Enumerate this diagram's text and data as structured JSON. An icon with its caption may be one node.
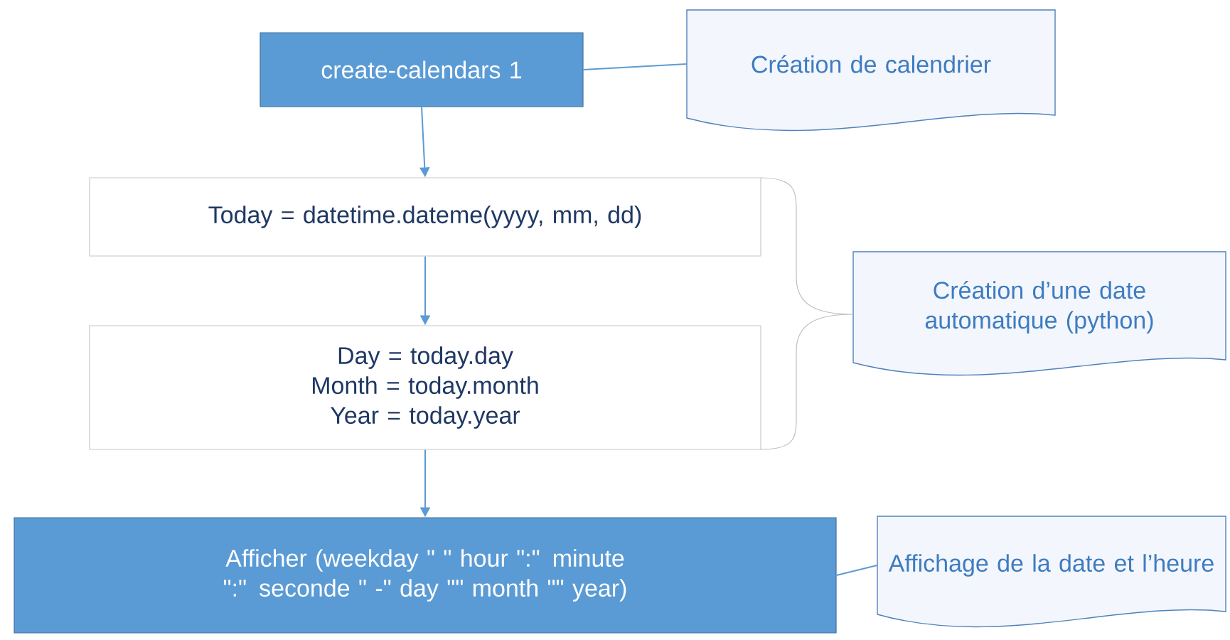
{
  "diagram": {
    "nodes": [
      {
        "text": [
          "create-calendars 1"
        ]
      },
      {
        "text": [
          "Création de calendrier"
        ]
      },
      {
        "text": [
          "Today = datetime.dateme(yyyy, mm, dd)"
        ]
      },
      {
        "text": [
          "Day = today.day",
          "Month = today.month",
          "Year = today.year"
        ]
      },
      {
        "text": [
          "Création d’une date automatique (python)"
        ]
      },
      {
        "text": [
          "Afficher (weekday \" \" hour \":\" minute \":\" seconde \" -\" day \"\" month \"\" year)"
        ]
      },
      {
        "text": [
          "Affichage de la date et l’heure"
        ]
      }
    ],
    "edges": [
      {
        "from": 0,
        "to": 2,
        "arrow": "to"
      },
      {
        "from": 2,
        "to": 3,
        "arrow": "to"
      },
      {
        "from": 3,
        "to": 5,
        "arrow": "to"
      },
      {
        "from": 0,
        "to": 1,
        "arrow": "none"
      },
      {
        "from": 5,
        "to": 6,
        "arrow": "none"
      }
    ]
  }
}
